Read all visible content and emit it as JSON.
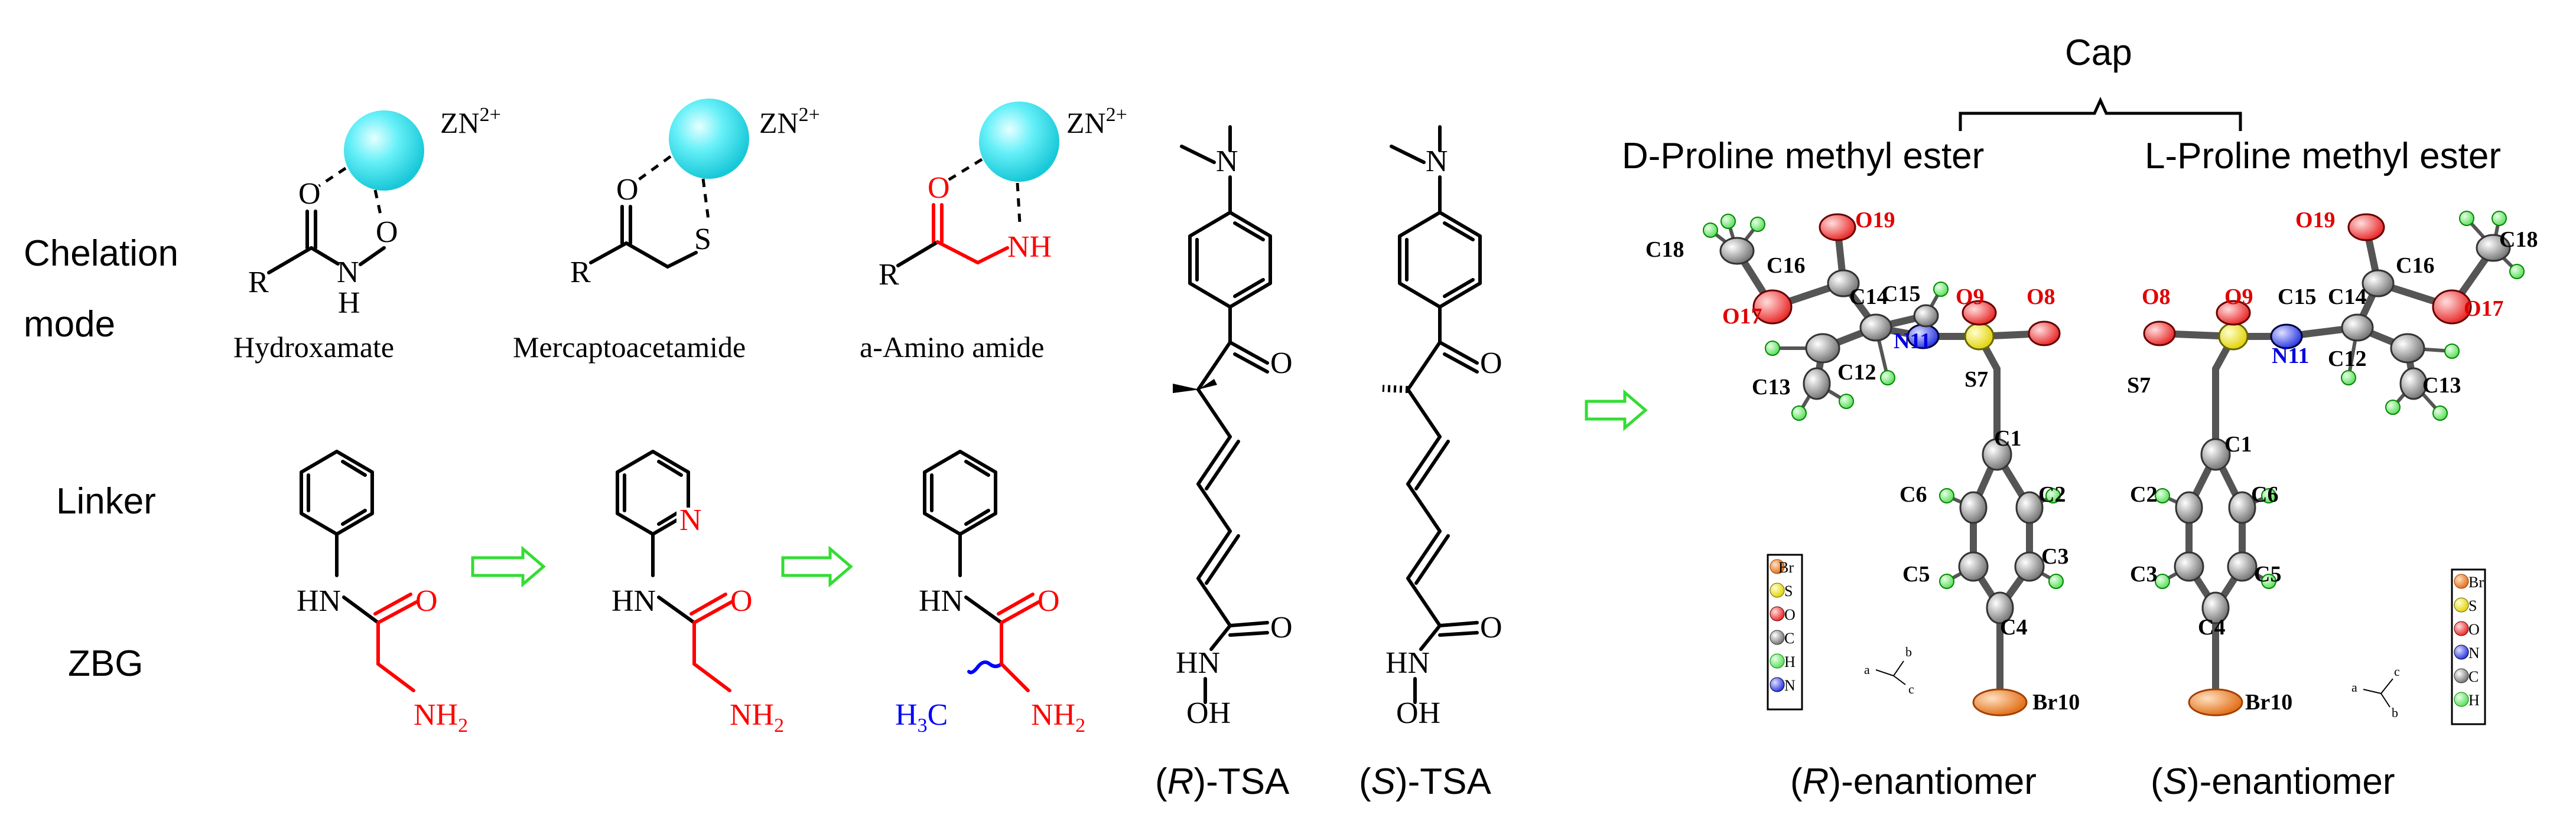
{
  "left_panel": {
    "row_labels": {
      "chelation_line1": "Chelation",
      "chelation_line2": "mode",
      "linker": "Linker",
      "zbg": "ZBG"
    },
    "metal_label": "ZN",
    "metal_charge": "2+",
    "chelation_modes": [
      {
        "name": "Hydroxamate",
        "atoms": {
          "r": "R",
          "o1": "O",
          "n": "N",
          "h": "H",
          "o2": "O"
        }
      },
      {
        "name": "Mercaptoacetamide",
        "atoms": {
          "r": "R",
          "o": "O",
          "s": "S"
        }
      },
      {
        "name": "a-Amino amide",
        "atoms": {
          "r": "R",
          "o": "O",
          "nh": "NH"
        }
      }
    ],
    "linkers": [
      {
        "hn": "HN",
        "o": "O",
        "nh2": "NH",
        "sub": "2"
      },
      {
        "hn": "HN",
        "ring_n": "N",
        "o": "O",
        "nh2": "NH",
        "sub": "2"
      },
      {
        "hn": "HN",
        "o": "O",
        "h3c": "H",
        "h3c_sub": "3",
        "c": "C",
        "nh2": "NH",
        "sub": "2"
      }
    ]
  },
  "middle_panel": {
    "structures": [
      {
        "label_prefix": "(",
        "label_italic": "R",
        "label_suffix": ")-TSA",
        "n": "N",
        "o_ketone": "O",
        "o_amide": "O",
        "hn": "HN",
        "oh": "OH"
      },
      {
        "label_prefix": "(",
        "label_italic": "S",
        "label_suffix": ")-TSA",
        "n": "N",
        "o_ketone": "O",
        "o_amide": "O",
        "hn": "HN",
        "oh": "OH"
      }
    ]
  },
  "right_panel": {
    "cap_label": "Cap",
    "left_title": "D-Proline methyl ester",
    "right_title": "L-Proline methyl ester",
    "captions": [
      {
        "prefix": "(",
        "italic": "R",
        "suffix": ")-enantiomer"
      },
      {
        "prefix": "(",
        "italic": "S",
        "suffix": ")-enantiomer"
      }
    ],
    "atom_labels": [
      "C18",
      "C16",
      "O19",
      "C14",
      "C15",
      "O17",
      "N11",
      "O9",
      "O8",
      "C13",
      "C12",
      "S7",
      "C1",
      "C6",
      "C2",
      "C5",
      "C3",
      "C4",
      "Br10"
    ],
    "legend_left": [
      "Br",
      "S",
      "O",
      "C",
      "H",
      "N"
    ],
    "legend_right": [
      "Br",
      "S",
      "O",
      "N",
      "C",
      "H"
    ],
    "axes_left": {
      "a": "a",
      "b": "b",
      "c": "c"
    },
    "axes_right": {
      "a": "a",
      "b": "b",
      "c": "c"
    }
  }
}
